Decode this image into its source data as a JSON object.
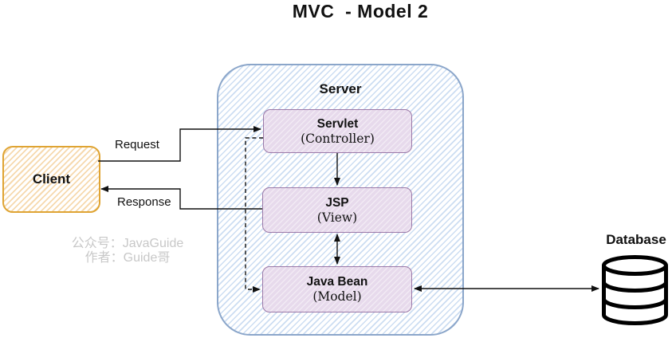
{
  "title": "MVC  - Model 2",
  "client": {
    "label": "Client"
  },
  "server": {
    "label": "Server",
    "components": [
      {
        "name": "Servlet",
        "role": "(Controller)"
      },
      {
        "name": "JSP",
        "role": "(View)"
      },
      {
        "name": "Java Bean",
        "role": "(Model)"
      }
    ]
  },
  "database": {
    "label": "Database",
    "icon": "database-cylinder-icon"
  },
  "flows": {
    "request_label": "Request",
    "response_label": "Response"
  },
  "watermark": {
    "line1": "公众号：JavaGuide",
    "line2": "作者：Guide哥"
  },
  "colors": {
    "client_border": "#dfa433",
    "client_hatch": "#f6d9ae",
    "server_border": "#8ba6ca",
    "server_hatch": "#ccddf2",
    "component_border": "#9b79a8",
    "component_fill": "#e7daec",
    "arrow": "#111111",
    "text": "#111111",
    "watermark": "#c8c8c8"
  }
}
